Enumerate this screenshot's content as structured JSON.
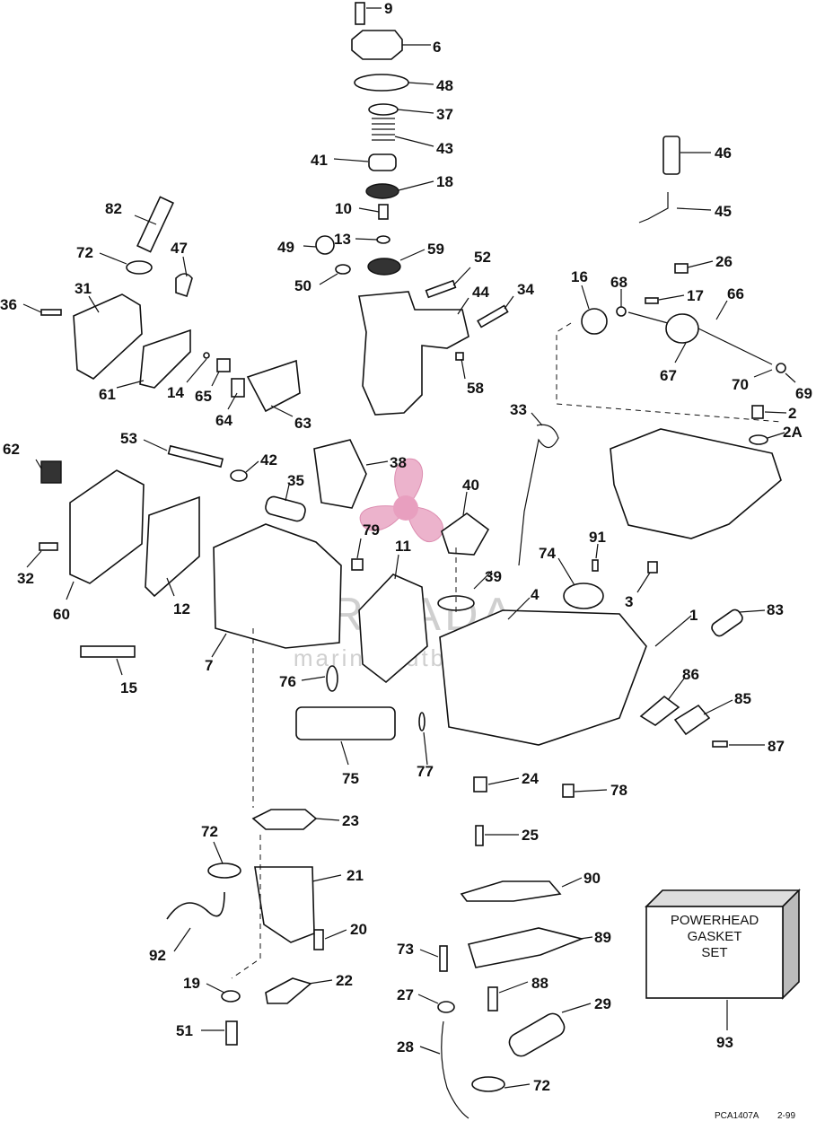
{
  "callouts": [
    {
      "id": "c9",
      "text": "9"
    },
    {
      "id": "c6",
      "text": "6"
    },
    {
      "id": "c48",
      "text": "48"
    },
    {
      "id": "c37",
      "text": "37"
    },
    {
      "id": "c43",
      "text": "43"
    },
    {
      "id": "c41",
      "text": "41"
    },
    {
      "id": "c18",
      "text": "18"
    },
    {
      "id": "c10",
      "text": "10"
    },
    {
      "id": "c13",
      "text": "13"
    },
    {
      "id": "c49",
      "text": "49"
    },
    {
      "id": "c59",
      "text": "59"
    },
    {
      "id": "c50",
      "text": "50"
    },
    {
      "id": "c52",
      "text": "52"
    },
    {
      "id": "c44",
      "text": "44"
    },
    {
      "id": "c34",
      "text": "34"
    },
    {
      "id": "c58",
      "text": "58"
    },
    {
      "id": "c82",
      "text": "82"
    },
    {
      "id": "c72a",
      "text": "72"
    },
    {
      "id": "c47",
      "text": "47"
    },
    {
      "id": "c36",
      "text": "36"
    },
    {
      "id": "c31",
      "text": "31"
    },
    {
      "id": "c61",
      "text": "61"
    },
    {
      "id": "c14",
      "text": "14"
    },
    {
      "id": "c65",
      "text": "65"
    },
    {
      "id": "c64",
      "text": "64"
    },
    {
      "id": "c63",
      "text": "63"
    },
    {
      "id": "c46",
      "text": "46"
    },
    {
      "id": "c45",
      "text": "45"
    },
    {
      "id": "c26",
      "text": "26"
    },
    {
      "id": "c16",
      "text": "16"
    },
    {
      "id": "c68",
      "text": "68"
    },
    {
      "id": "c17",
      "text": "17"
    },
    {
      "id": "c66",
      "text": "66"
    },
    {
      "id": "c67",
      "text": "67"
    },
    {
      "id": "c70",
      "text": "70"
    },
    {
      "id": "c69",
      "text": "69"
    },
    {
      "id": "c2",
      "text": "2"
    },
    {
      "id": "c2A",
      "text": "2A"
    },
    {
      "id": "c33",
      "text": "33"
    },
    {
      "id": "c62",
      "text": "62"
    },
    {
      "id": "c53",
      "text": "53"
    },
    {
      "id": "c42",
      "text": "42"
    },
    {
      "id": "c38",
      "text": "38"
    },
    {
      "id": "c35",
      "text": "35"
    },
    {
      "id": "c40",
      "text": "40"
    },
    {
      "id": "c79",
      "text": "79"
    },
    {
      "id": "c11",
      "text": "11"
    },
    {
      "id": "c91",
      "text": "91"
    },
    {
      "id": "c74",
      "text": "74"
    },
    {
      "id": "c32",
      "text": "32"
    },
    {
      "id": "c60",
      "text": "60"
    },
    {
      "id": "c12",
      "text": "12"
    },
    {
      "id": "c39",
      "text": "39"
    },
    {
      "id": "c4",
      "text": "4"
    },
    {
      "id": "c3",
      "text": "3"
    },
    {
      "id": "c1",
      "text": "1"
    },
    {
      "id": "c83",
      "text": "83"
    },
    {
      "id": "c7",
      "text": "7"
    },
    {
      "id": "c15",
      "text": "15"
    },
    {
      "id": "c76",
      "text": "76"
    },
    {
      "id": "c86",
      "text": "86"
    },
    {
      "id": "c85",
      "text": "85"
    },
    {
      "id": "c87",
      "text": "87"
    },
    {
      "id": "c75",
      "text": "75"
    },
    {
      "id": "c77",
      "text": "77"
    },
    {
      "id": "c24",
      "text": "24"
    },
    {
      "id": "c78",
      "text": "78"
    },
    {
      "id": "c23",
      "text": "23"
    },
    {
      "id": "c25",
      "text": "25"
    },
    {
      "id": "c72b",
      "text": "72"
    },
    {
      "id": "c21",
      "text": "21"
    },
    {
      "id": "c90",
      "text": "90"
    },
    {
      "id": "c92",
      "text": "92"
    },
    {
      "id": "c20",
      "text": "20"
    },
    {
      "id": "c73",
      "text": "73"
    },
    {
      "id": "c89",
      "text": "89"
    },
    {
      "id": "c19",
      "text": "19"
    },
    {
      "id": "c22",
      "text": "22"
    },
    {
      "id": "c27",
      "text": "27"
    },
    {
      "id": "c88",
      "text": "88"
    },
    {
      "id": "c29",
      "text": "29"
    },
    {
      "id": "c51",
      "text": "51"
    },
    {
      "id": "c28",
      "text": "28"
    },
    {
      "id": "c72c",
      "text": "72"
    },
    {
      "id": "c93",
      "text": "93"
    }
  ],
  "gasket_box": {
    "line1": "POWERHEAD",
    "line2": "GASKET",
    "line3": "SET"
  },
  "watermark": {
    "brand": "ARMADA",
    "tagline": "marine outboards"
  },
  "footer": {
    "code": "PCA1407A",
    "date": "2-99"
  },
  "colors": {
    "ink": "#111111",
    "watermark_pink": "#e48fb4",
    "watermark_gray": "#9a9a9a"
  }
}
